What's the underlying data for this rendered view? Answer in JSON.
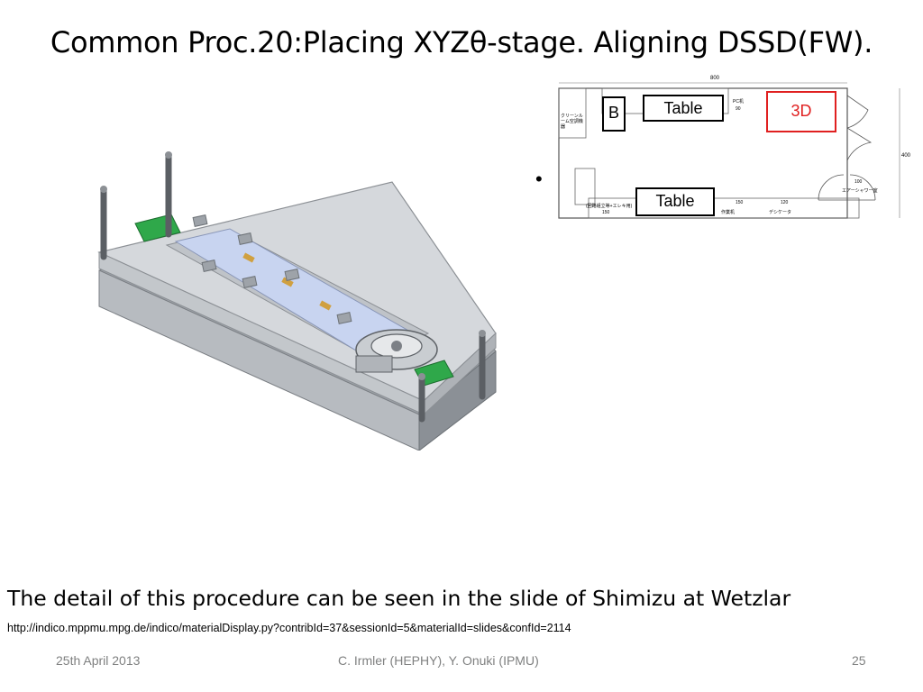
{
  "slide": {
    "title": "Common Proc.20:Placing XYZθ-stage. Aligning DSSD(FW).",
    "detail_text": "The detail of this procedure can be seen in the slide of Shimizu at Wetzlar",
    "link_url": "http://indico.mppmu.mpg.de/indico/materialDisplay.py?contribId=37&sessionId=5&materialId=slides&confId=2114",
    "bullet": "•",
    "floorplan": {
      "label_b": "B",
      "label_table_top": "Table",
      "label_3d": "3D",
      "label_table_bottom": "Table",
      "dim_800": "800",
      "dim_400": "400",
      "dim_150a": "150",
      "dim_150b": "150",
      "dim_120": "120",
      "dim_100": "100",
      "dim_90": "90",
      "small_pc": "PC机",
      "small_clean": "クリーンルーム空調機器",
      "small_work": "作業机",
      "small_desiccator": "デシケータ",
      "small_airshower": "エアーシャワー室",
      "small_bench": "(回路組立等+エレキ用)"
    },
    "footer": {
      "date": "25th April 2013",
      "authors": "C. Irmler (HEPHY), Y. Onuki (IPMU)",
      "page": "25"
    },
    "colors": {
      "highlight_box": "#e02020",
      "footer_text": "#7f8080",
      "sensor_blue": "#c8d4f0",
      "pcb_green": "#2fa84a"
    }
  }
}
